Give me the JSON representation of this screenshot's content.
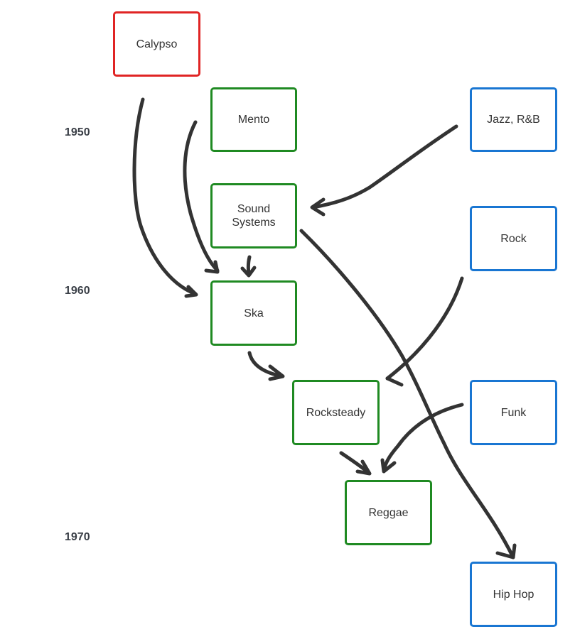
{
  "colors": {
    "origin": "#e02424",
    "jamaican": "#1f8a22",
    "external": "#1976d2",
    "arrow": "#333333",
    "year_label": "#3a3f47"
  },
  "years": {
    "y1950": "1950",
    "y1960": "1960",
    "y1970": "1970"
  },
  "nodes": {
    "calypso": "Calypso",
    "mento": "Mento",
    "sound_systems": "Sound\nSystems",
    "ska": "Ska",
    "rocksteady": "Rocksteady",
    "reggae": "Reggae",
    "jazz_rb": "Jazz, R&B",
    "rock": "Rock",
    "funk": "Funk",
    "hip_hop": "Hip Hop"
  },
  "edges": [
    {
      "from": "Calypso",
      "to": "Ska"
    },
    {
      "from": "Mento",
      "to": "Ska"
    },
    {
      "from": "Jazz, R&B",
      "to": "Sound Systems"
    },
    {
      "from": "Sound Systems",
      "to": "Ska"
    },
    {
      "from": "Sound Systems",
      "to": "Hip Hop"
    },
    {
      "from": "Rock",
      "to": "Rocksteady"
    },
    {
      "from": "Ska",
      "to": "Rocksteady"
    },
    {
      "from": "Funk",
      "to": "Reggae"
    },
    {
      "from": "Rocksteady",
      "to": "Reggae"
    }
  ]
}
